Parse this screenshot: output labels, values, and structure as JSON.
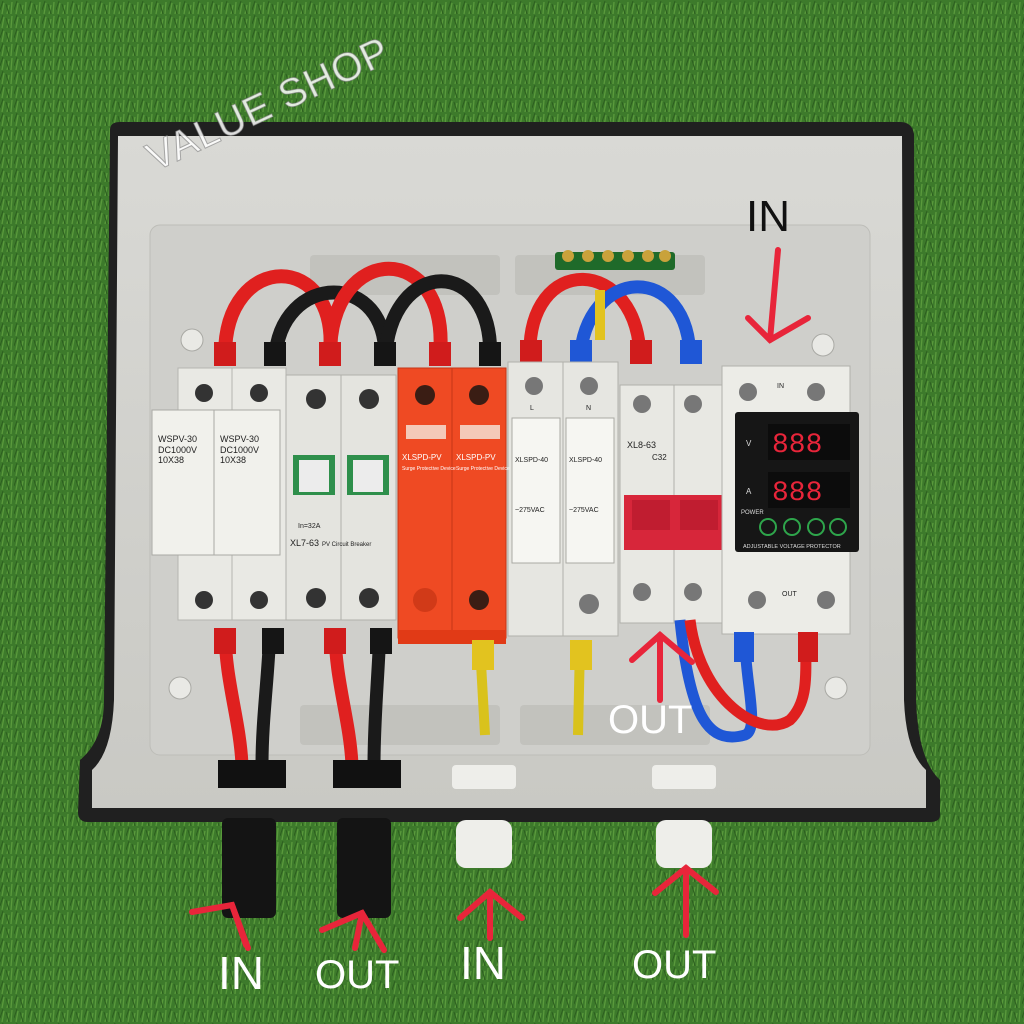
{
  "watermark": "VALUE SHOP",
  "labels": {
    "in_top": "IN",
    "out_mid": "OUT",
    "in_bottom_left": "IN",
    "out_bottom_left": "OUT",
    "in_bottom_mid": "IN",
    "out_bottom_right": "OUT"
  },
  "devices": {
    "fuse_model": "WSPV-30",
    "fuse_rating": "DC1000V",
    "fuse_size": "10X38",
    "pv_breaker_model": "XL7-63",
    "pv_breaker_type": "PV Circuit Breaker",
    "pv_breaker_rating": "In=32A",
    "pv_spd_model": "XLSPD-PV",
    "pv_spd_type": "Surge Protective Device",
    "ac_spd_model": "XLSPD-40",
    "ac_spd_uc": "~275VAC",
    "ac_breaker_model": "XL8-63",
    "ac_breaker_curve": "C32",
    "protector_title": "ADJUSTABLE VOLTAGE PROTECTOR",
    "protector_power": "POWER",
    "protector_digits_top": "888",
    "protector_digits_bottom": "888",
    "protector_v": "V",
    "protector_a": "A",
    "terminal_out": "OUT",
    "terminal_in": "IN",
    "terminal_l": "L",
    "terminal_n": "N"
  },
  "colors": {
    "grass": "#3f7a2c",
    "enclosure": "#e6e6e2",
    "wire_red": "#e0201f",
    "wire_black": "#1a1a1a",
    "wire_blue": "#1f57d6",
    "spd_orange": "#ef4a23",
    "arrow": "#e8253a"
  }
}
